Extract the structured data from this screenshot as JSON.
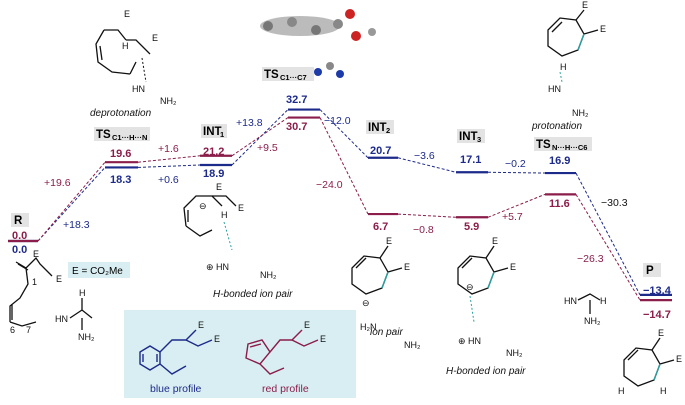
{
  "colors": {
    "blue": "#1c2a8a",
    "red": "#8a1d4a",
    "teal": "#2aa0a0",
    "legend_bg": "#d9eef2"
  },
  "states": {
    "R": {
      "label": "R",
      "blue": "0.0",
      "red": "0.0"
    },
    "TS1": {
      "label": "TS",
      "sub": "C1···H···N",
      "blue": "18.3",
      "red": "19.6"
    },
    "INT1": {
      "label": "INT",
      "sub": "1",
      "blue": "18.9",
      "red": "21.2"
    },
    "TS2": {
      "label": "TS",
      "sub": "C1···C7",
      "blue": "32.7",
      "red": "30.7"
    },
    "INT2": {
      "label": "INT",
      "sub": "2",
      "blue": "20.7",
      "red": "6.7"
    },
    "INT3": {
      "label": "INT",
      "sub": "3",
      "blue": "17.1",
      "red": "5.9"
    },
    "TS3": {
      "label": "TS",
      "sub": "N···H···C6",
      "blue": "16.9",
      "red": "11.6"
    },
    "P": {
      "label": "P",
      "blue": "−13.4",
      "red": "−14.7"
    }
  },
  "deltas": {
    "r_ts1": "+19.6",
    "b_ts1": "+18.3",
    "r_int1": "+1.6",
    "b_int1": "+0.6",
    "b_ts2": "+13.8",
    "r_ts2": "+9.5",
    "b_int2": "−12.0",
    "r_int2": "−24.0",
    "b_int3": "−3.6",
    "r_int3": "−0.8",
    "b_ts3": "−0.2",
    "r_ts3": "+5.7",
    "k_p1": "−30.3",
    "r_p": "−26.3"
  },
  "captions": {
    "deprotonation": "deprotonation",
    "protonation": "protonation",
    "hbond1": "H-bonded ion pair",
    "ionpair": "ion pair",
    "hbond2": "H-bonded ion pair"
  },
  "ester_note": "E = CO₂Me",
  "legend": {
    "blue": "blue profile",
    "red": "red profile"
  },
  "atoms": {
    "E": "E",
    "H": "H",
    "HN": "HN",
    "NH2": "NH₂",
    "H2N": "H₂N",
    "Hplus": "⊕",
    "minus": "⊖",
    "one": "1",
    "six": "6",
    "seven": "7",
    "N": "N"
  }
}
